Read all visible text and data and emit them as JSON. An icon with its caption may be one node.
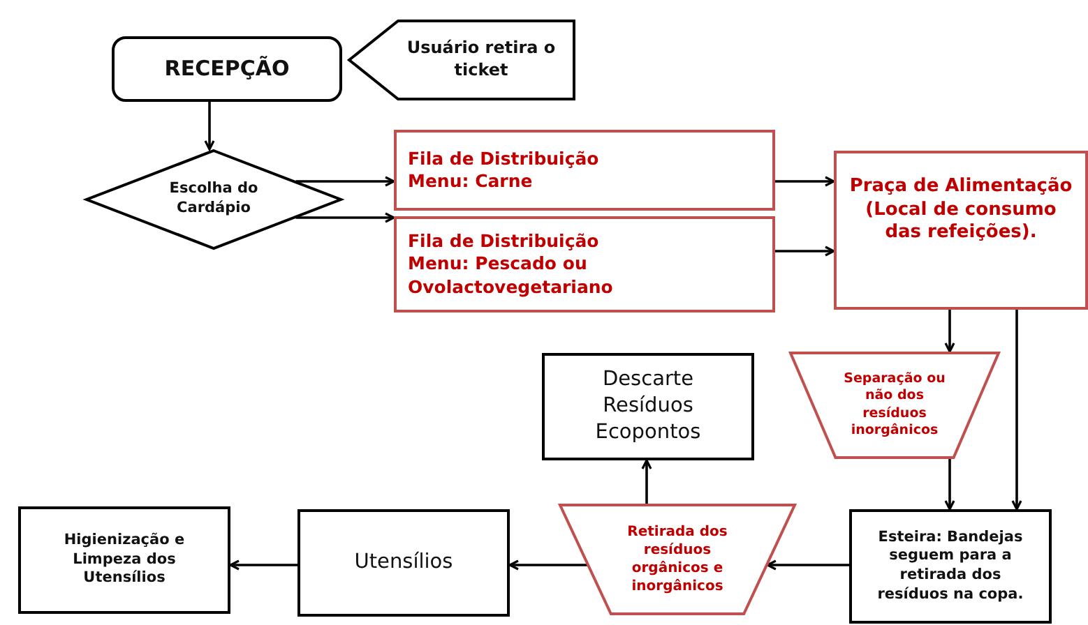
{
  "diagram": {
    "nodes": [
      {
        "text": [
          "RECEPÇÃO"
        ]
      },
      {
        "text": [
          "Usuário retira o ticket"
        ]
      },
      {
        "text": [
          "Escolha do Cardápio"
        ]
      },
      {
        "text": [
          "Fila de Distribuição",
          "Menu: Carne"
        ]
      },
      {
        "text": [
          "Fila de Distribuição",
          "Menu: Pescado ou Ovolactovegetariano"
        ]
      },
      {
        "text": [
          "Praça de Alimentação (Local de consumo das refeições)."
        ]
      },
      {
        "text": [
          "Separação ou não dos resíduos inorgânicos"
        ]
      },
      {
        "text": [
          "Descarte Resíduos Ecopontos"
        ]
      },
      {
        "text": [
          "Retirada dos resíduos orgânicos e inorgânicos"
        ]
      },
      {
        "text": [
          "Esteira: Bandejas seguem para a retirada dos resíduos na copa."
        ]
      },
      {
        "text": [
          "Utensílios"
        ]
      },
      {
        "text": [
          "Higienização e Limpeza dos Utensílios"
        ]
      }
    ],
    "edges": [
      {
        "from": 0,
        "to": 2,
        "arrow": "to"
      },
      {
        "from": 2,
        "to": 3,
        "arrow": "to"
      },
      {
        "from": 2,
        "to": 4,
        "arrow": "to"
      },
      {
        "from": 3,
        "to": 5,
        "arrow": "to"
      },
      {
        "from": 4,
        "to": 5,
        "arrow": "to"
      },
      {
        "from": 5,
        "to": 6,
        "arrow": "to"
      },
      {
        "from": 5,
        "to": 9,
        "arrow": "to"
      },
      {
        "from": 6,
        "to": 9,
        "arrow": "to"
      },
      {
        "from": 9,
        "to": 8,
        "arrow": "to"
      },
      {
        "from": 8,
        "to": 7,
        "arrow": "to"
      },
      {
        "from": 8,
        "to": 10,
        "arrow": "to"
      },
      {
        "from": 10,
        "to": 11,
        "arrow": "to"
      }
    ]
  }
}
